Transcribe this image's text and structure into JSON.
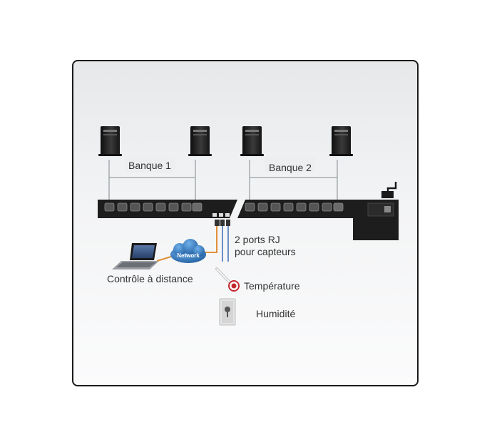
{
  "diagram": {
    "bank1_label": "Banque 1",
    "bank2_label": "Banque 2",
    "network_label": "Network",
    "remote_label": "Contrôle à distance",
    "sensor_ports_line1": "2 ports RJ",
    "sensor_ports_line2": "pour capteurs",
    "temperature_label": "Température",
    "humidity_label": "Humidité",
    "colors": {
      "pdu": "#1d1d1d",
      "outlet": "#555555",
      "line": "#9aa0a6",
      "cloud": "#2f6fb0",
      "orange_cable": "#e0903a",
      "blue_cable": "#6a8fc6",
      "sensor_red": "#c0282a"
    }
  }
}
